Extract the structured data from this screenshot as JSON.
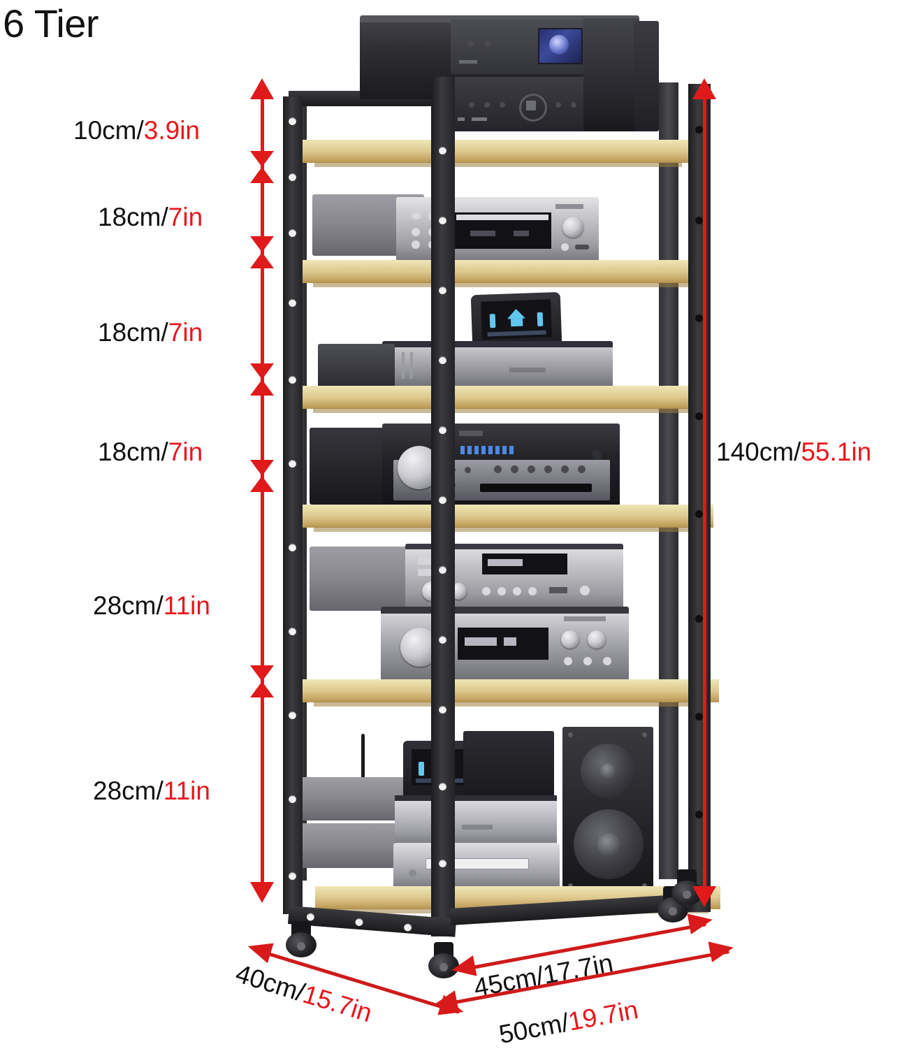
{
  "title": "6 Tier",
  "colors": {
    "dimension_red": "#e8161b",
    "rule_red": "#d81a1a",
    "text_black": "#111111",
    "shelf_wood": "#e6d7a0",
    "shelf_edge": "#cdb072",
    "frame_black": "#232326"
  },
  "diagram": {
    "type": "product-dimension-diagram",
    "product": "6 Tier AV Media Equipment Rack Stand",
    "unit_primary": "cm",
    "unit_secondary": "in"
  },
  "tier_heights": [
    {
      "id": "tier-1",
      "cm": "10cm/",
      "in": "3.9in",
      "cm_value": 10,
      "in_value": 3.9
    },
    {
      "id": "tier-2",
      "cm": "18cm/",
      "in": "7in",
      "cm_value": 18,
      "in_value": 7
    },
    {
      "id": "tier-3",
      "cm": "18cm/",
      "in": "7in",
      "cm_value": 18,
      "in_value": 7
    },
    {
      "id": "tier-4",
      "cm": "18cm/",
      "in": "7in",
      "cm_value": 18,
      "in_value": 7
    },
    {
      "id": "tier-5",
      "cm": "28cm/",
      "in": "11in",
      "cm_value": 28,
      "in_value": 11
    },
    {
      "id": "tier-6",
      "cm": "28cm/",
      "in": "11in",
      "cm_value": 28,
      "in_value": 11
    }
  ],
  "overall": {
    "height": {
      "cm": "140cm/",
      "in": "55.1in",
      "cm_value": 140,
      "in_value": 55.1
    },
    "depth_shelf": {
      "cm": "40cm/",
      "in": "15.7in",
      "cm_value": 40,
      "in_value": 15.7
    },
    "width_shelf": {
      "cm": "45cm/",
      "in": "17.7in",
      "cm_value": 45,
      "in_value": 17.7,
      "all_black": true
    },
    "width_base": {
      "cm": "50cm/",
      "in": "19.7in",
      "cm_value": 50,
      "in_value": 19.7
    }
  },
  "shelves": [
    {
      "index": 1,
      "label": "top-shelf"
    },
    {
      "index": 2,
      "label": "second-shelf"
    },
    {
      "index": 3,
      "label": "third-shelf"
    },
    {
      "index": 4,
      "label": "fourth-shelf"
    },
    {
      "index": 5,
      "label": "fifth-shelf"
    },
    {
      "index": 6,
      "label": "bottom-shelf"
    }
  ],
  "equipment": [
    {
      "tier": 1,
      "name": "media-player-with-color-display",
      "finish": "dark"
    },
    {
      "tier": 1,
      "name": "disc-player-black",
      "finish": "dark"
    },
    {
      "tier": 1,
      "name": "tower-speaker-right",
      "finish": "dark"
    },
    {
      "tier": 2,
      "name": "silver-cd-receiver",
      "finish": "silver"
    },
    {
      "tier": 2,
      "name": "grey-amplifier-left",
      "finish": "grey"
    },
    {
      "tier": 3,
      "name": "docking-station-with-tilt-screen",
      "finish": "silver"
    },
    {
      "tier": 3,
      "name": "brushed-silver-deck",
      "finish": "silver"
    },
    {
      "tier": 4,
      "name": "av-receiver-blue-display",
      "finish": "dark"
    },
    {
      "tier": 4,
      "name": "black-amplifier-left",
      "finish": "dark"
    },
    {
      "tier": 5,
      "name": "silver-tuner-deck",
      "finish": "silver"
    },
    {
      "tier": 5,
      "name": "grey-component-left",
      "finish": "grey"
    },
    {
      "tier": 5,
      "name": "silver-receiver-large-knob",
      "finish": "silver"
    },
    {
      "tier": 6,
      "name": "mini-system-with-dock-screen",
      "finish": "silver"
    },
    {
      "tier": 6,
      "name": "bookshelf-speaker",
      "finish": "dark"
    },
    {
      "tier": 6,
      "name": "router-with-antenna",
      "finish": "grey"
    },
    {
      "tier": 6,
      "name": "dvd-player-silver",
      "finish": "silver"
    }
  ],
  "casters": {
    "count": 4,
    "name": "swivel-caster"
  },
  "icons": {
    "home": "home-icon",
    "arrow_up": "arrow-up-icon",
    "arrow_down": "arrow-down-icon",
    "arrow_left": "arrow-left-icon",
    "arrow_right": "arrow-right-icon",
    "tick": "dimension-tick-icon"
  }
}
